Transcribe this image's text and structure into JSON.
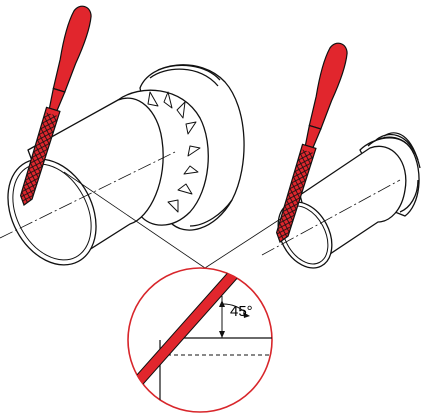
{
  "figure": {
    "angle_label": "45°",
    "colors": {
      "tool_red": "#e1262d",
      "tool_dark": "#a3181d",
      "magnifier_circle": "#d8262b",
      "line": "#111111",
      "background": "#ffffff"
    },
    "icons": [
      "file-tool-left",
      "file-tool-right",
      "pipe-fitting-left",
      "pipe-fitting-right",
      "magnifier-detail"
    ]
  }
}
